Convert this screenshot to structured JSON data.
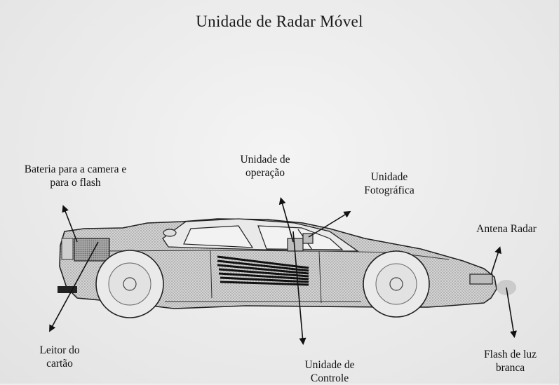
{
  "title": "Unidade de Radar Móvel",
  "labels": {
    "bateria": [
      "Bateria para a camera e",
      "para o flash"
    ],
    "operacao": [
      "Unidade de",
      "operação"
    ],
    "fotografica": [
      "Unidade",
      "Fotográfica"
    ],
    "antena": [
      "Antena Radar"
    ],
    "leitor": [
      "Leitor do",
      "cartão"
    ],
    "controle": [
      "Unidade de",
      "Controle"
    ],
    "flash": [
      "Flash de luz",
      "branca"
    ]
  }
}
